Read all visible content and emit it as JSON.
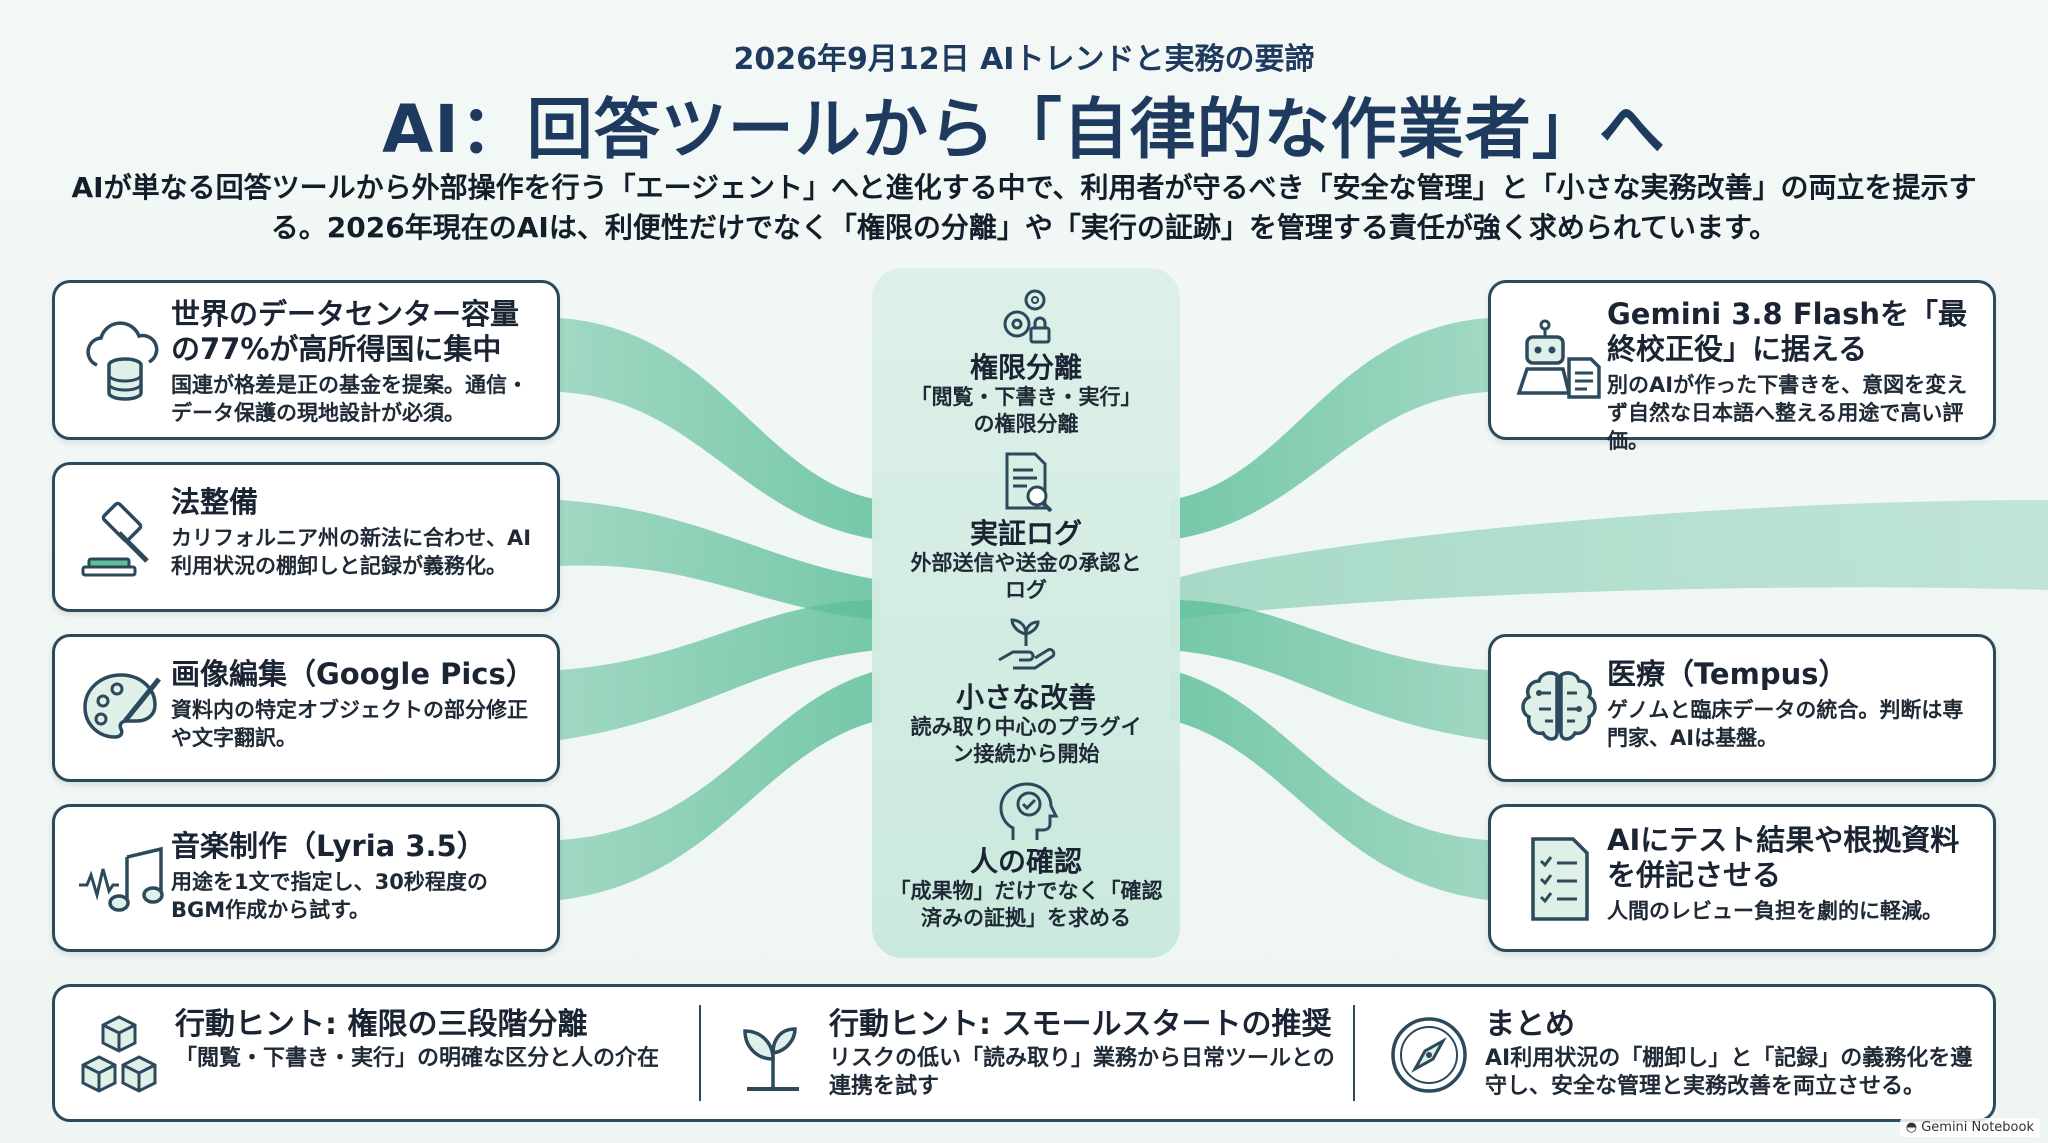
{
  "header": {
    "subtitle": "2026年9月12日 AIトレンドと実務の要諦",
    "title": "AI：回答ツールから「自律的な作業者」へ",
    "lead": "AIが単なる回答ツールから外部操作を行う「エージェント」へと進化する中で、利用者が守るべき「安全な管理」と「小さな実務改善」の両立を提示する。2026年現在のAIは、利便性だけでなく「権限の分離」や「実行の証跡」を管理する責任が強く求められています。"
  },
  "left_cards": [
    {
      "icon": "cloud-database-icon",
      "title": "世界のデータセンター容量の77%が高所得国に集中",
      "desc": "国連が格差是正の基金を提案。通信・データ保護の現地設計が必須。"
    },
    {
      "icon": "gavel-icon",
      "title": "法整備",
      "desc": "カリフォルニア州の新法に合わせ、AI利用状況の棚卸しと記録が義務化。"
    },
    {
      "icon": "palette-icon",
      "title": "画像編集（Google Pics）",
      "desc": "資料内の特定オブジェクトの部分修正や文字翻訳。"
    },
    {
      "icon": "music-note-icon",
      "title": "音楽制作（Lyria 3.5）",
      "desc": "用途を1文で指定し、30秒程度のBGM作成から試す。"
    }
  ],
  "right_cards": [
    {
      "icon": "robot-document-icon",
      "title": "Gemini 3.8 Flashを「最終校正役」に据える",
      "desc": "別のAIが作った下書きを、意図を変えず自然な日本語へ整える用途で高い評価。"
    },
    {
      "icon": "brain-circuit-icon",
      "title": "医療（Tempus）",
      "desc": "ゲノムと臨床データの統合。判断は専門家、AIは基盤。"
    },
    {
      "icon": "checklist-icon",
      "title": "AIにテスト結果や根拠資料を併記させる",
      "desc": "人間のレビュー負担を劇的に軽減。"
    }
  ],
  "center_steps": [
    {
      "icon": "gears-lock-icon",
      "title": "権限分離",
      "desc": "「閲覧・下書き・実行」の権限分離"
    },
    {
      "icon": "log-search-icon",
      "title": "実証ログ",
      "desc": "外部送信や送金の承認とログ"
    },
    {
      "icon": "hand-sprout-icon",
      "title": "小さな改善",
      "desc": "読み取り中心のプラグイン接続から開始"
    },
    {
      "icon": "head-check-icon",
      "title": "人の確認",
      "desc": "「成果物」だけでなく「確認済みの証拠」を求める"
    }
  ],
  "bottom": [
    {
      "icon": "cubes-icon",
      "title": "行動ヒント: 権限の三段階分離",
      "desc": "「閲覧・下書き・実行」の明確な区分と人の介在"
    },
    {
      "icon": "sprout-icon",
      "title": "行動ヒント: スモールスタートの推奨",
      "desc": "リスクの低い「読み取り」業務から日常ツールとの連携を試す"
    },
    {
      "icon": "compass-icon",
      "title": "まとめ",
      "desc": "AI利用状況の「棚卸し」と「記録」の義務化を遵守し、安全な管理と実務改善を両立させる。"
    }
  ],
  "footer": {
    "brand": "Gemini Notebook"
  },
  "colors": {
    "flow": "#5fbf9a",
    "border": "#2c4a5c",
    "title": "#1e3a5f"
  }
}
